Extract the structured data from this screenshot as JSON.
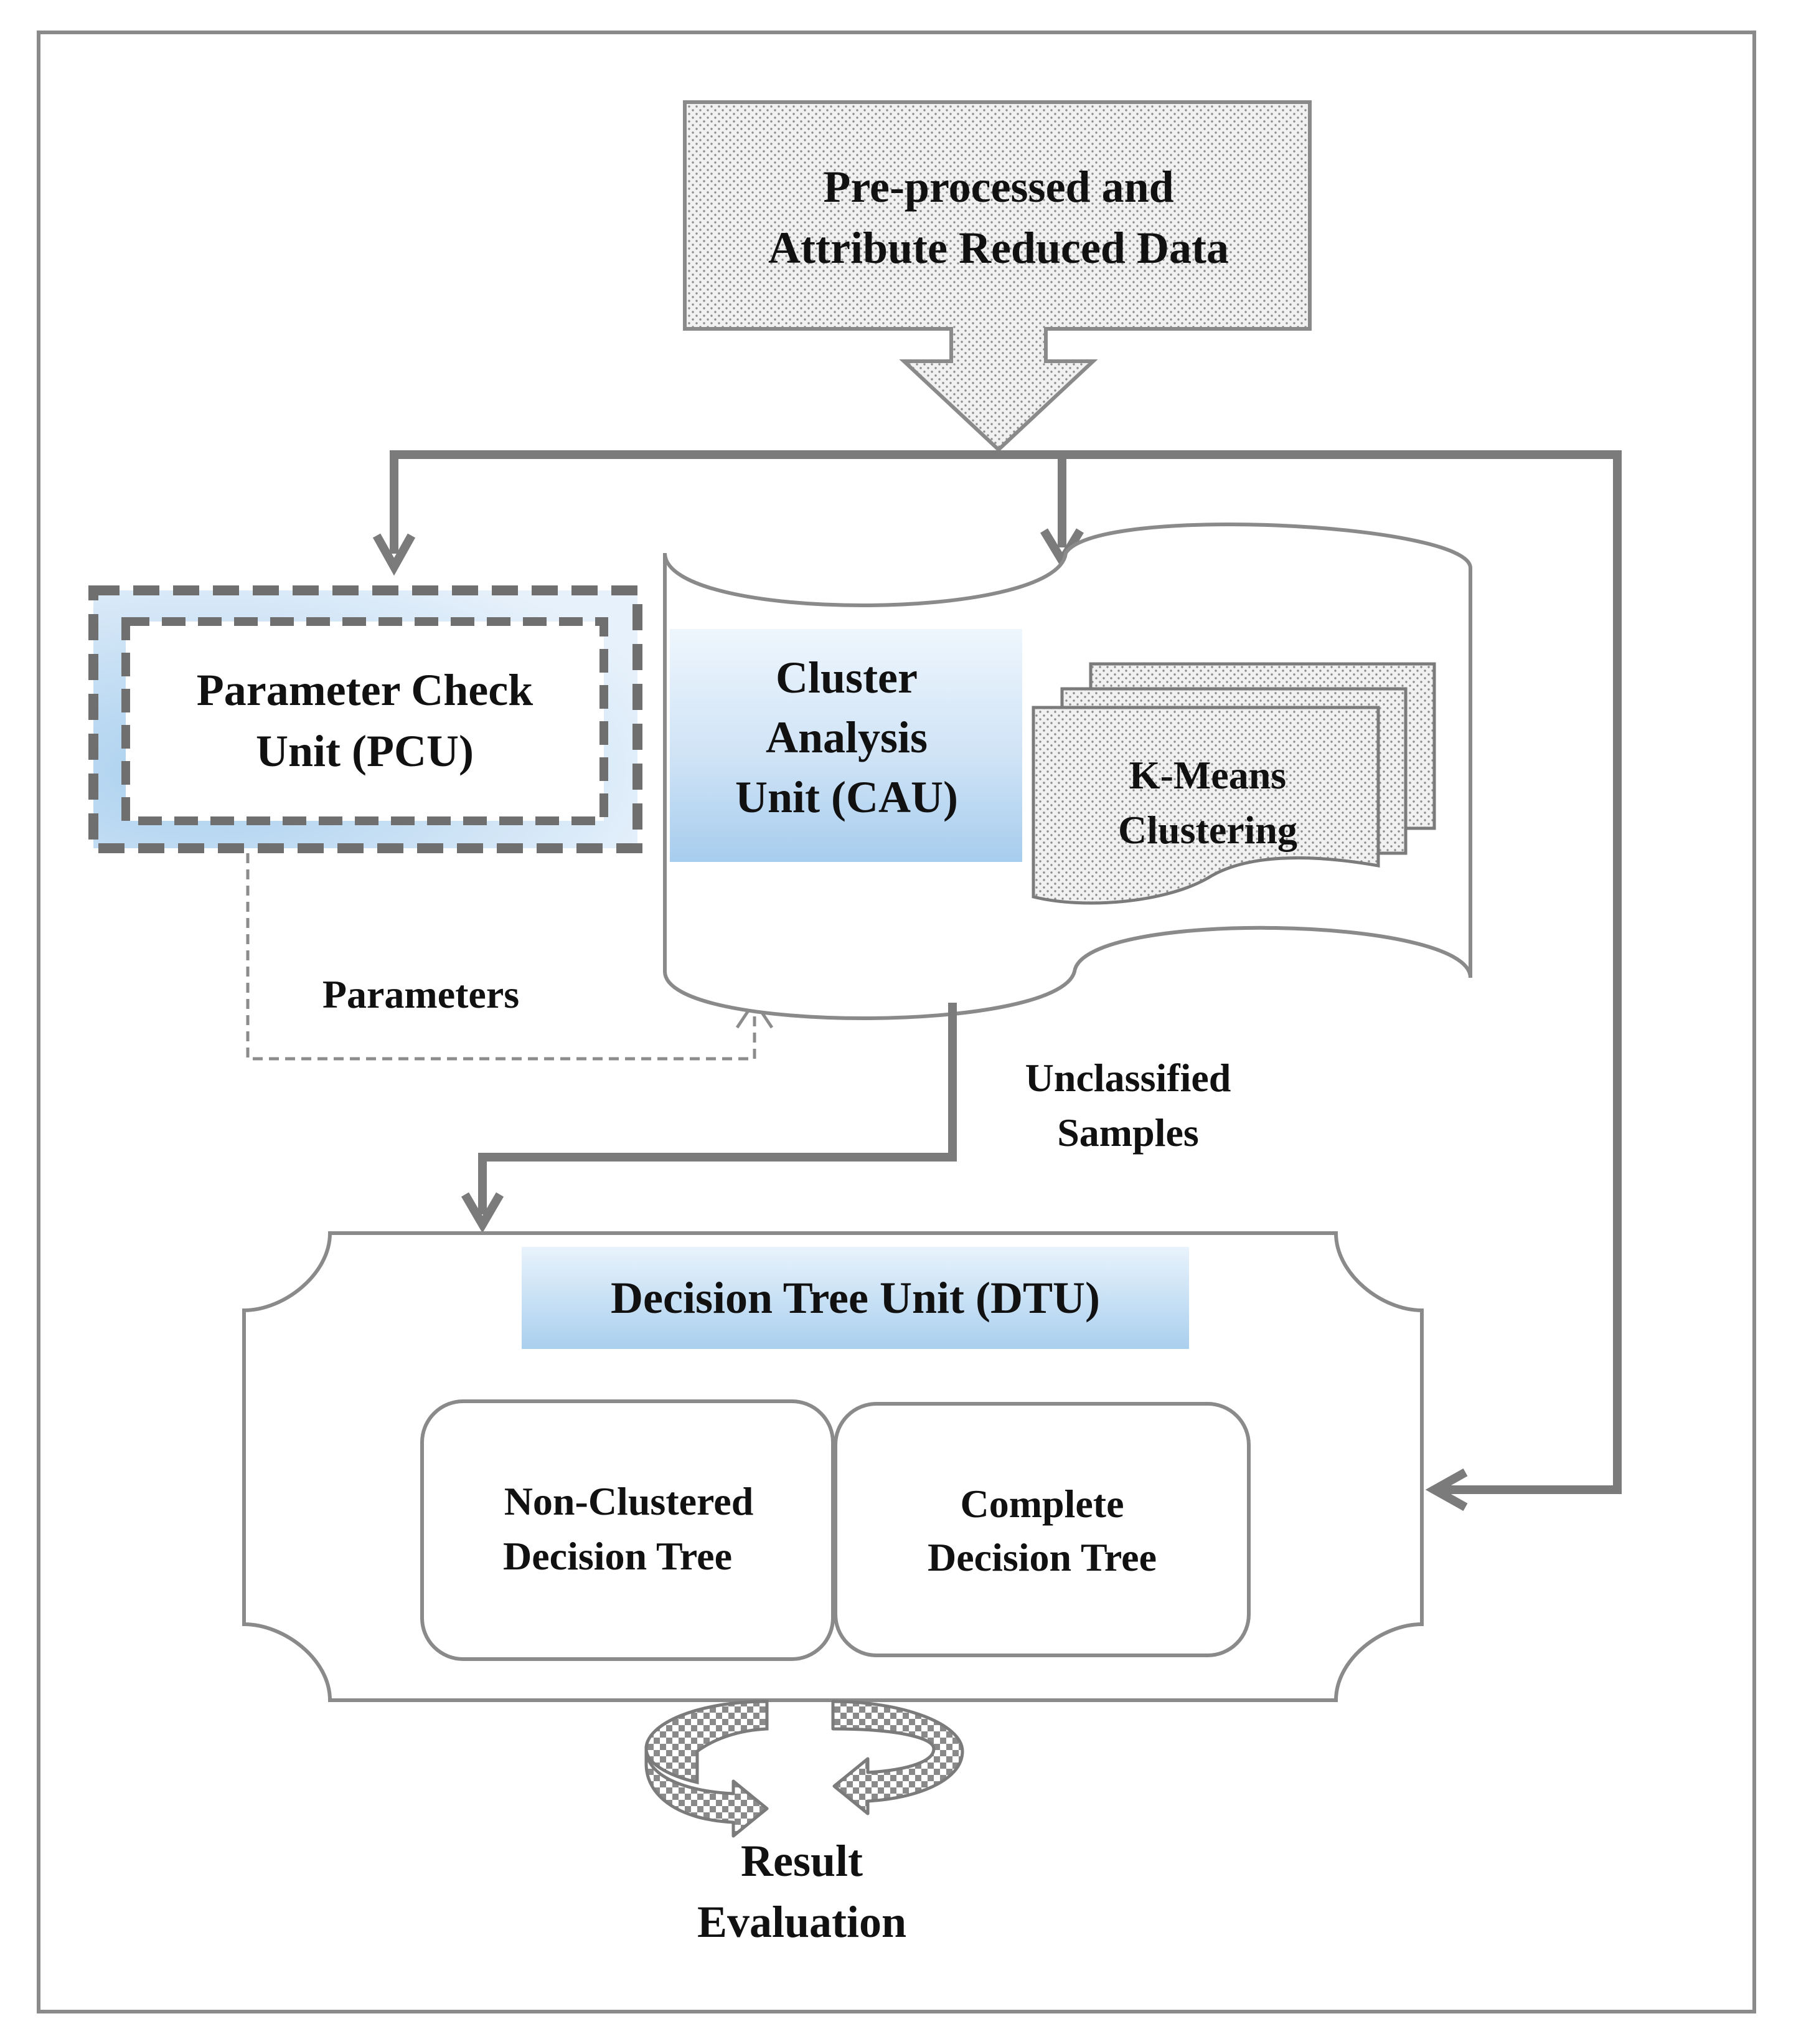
{
  "input_block": {
    "line1": "Pre-processed and",
    "line2": "Attribute Reduced Data"
  },
  "pcu": {
    "line1": "Parameter Check",
    "line2": "Unit (PCU)"
  },
  "cau": {
    "line1": "Cluster",
    "line2": "Analysis",
    "line3": "Unit (CAU)"
  },
  "kmeans": {
    "line1": "K-Means",
    "line2": "Clustering"
  },
  "parameters_label": "Parameters",
  "unclassified": {
    "line1": "Unclassified",
    "line2": "Samples"
  },
  "dtu": {
    "title": "Decision Tree Unit (DTU)"
  },
  "non_clustered_tree": {
    "line1": "Non-Clustered",
    "line2": "Decision Tree"
  },
  "complete_tree": {
    "line1": "Complete",
    "line2": "Decision Tree"
  },
  "result": {
    "line1": "Result",
    "line2": "Evaluation"
  },
  "colors": {
    "line": "#7b7b7b",
    "dotted_fill": "#e6e6e6",
    "accent_blue": "#a9cfee",
    "frame": "#8a8a8a"
  }
}
